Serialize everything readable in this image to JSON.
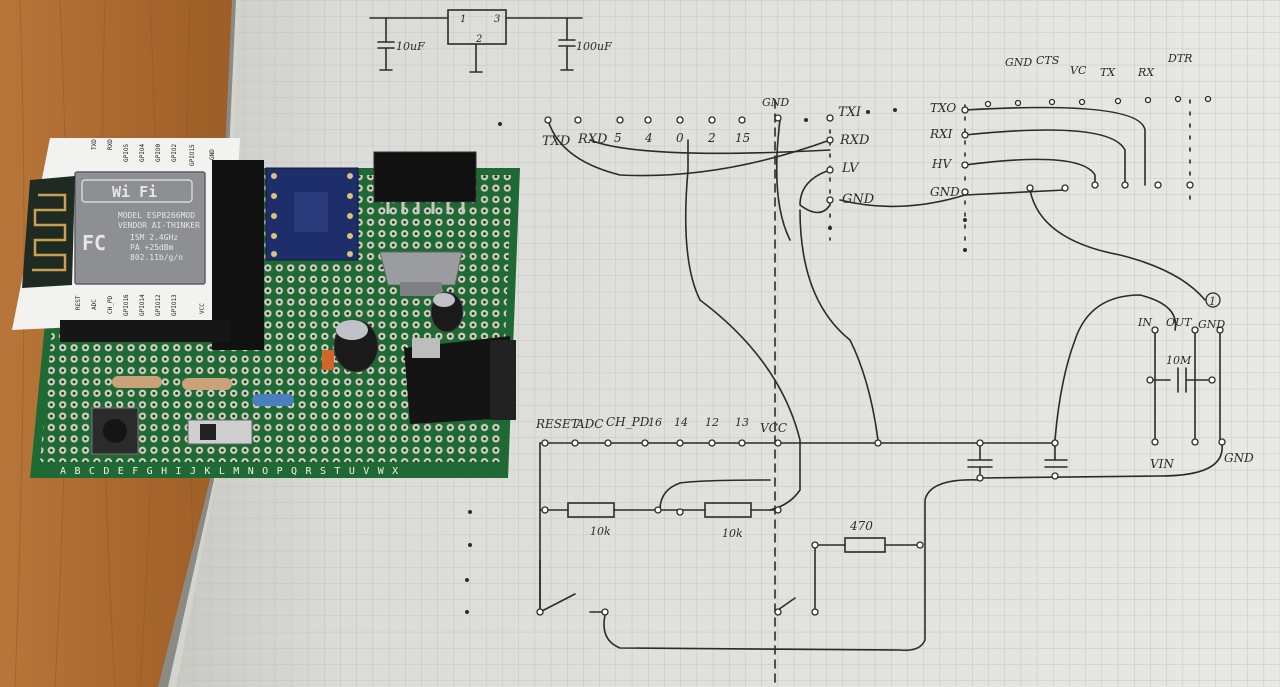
{
  "schematic": {
    "top_pins": [
      "TXD",
      "RXD",
      "5",
      "4",
      "0",
      "2",
      "15"
    ],
    "gnd_top": "GND",
    "left_block_pins": [
      "TXI",
      "RXD",
      "LV",
      "GND"
    ],
    "right_block_pins": [
      "TXO",
      "RXI",
      "HV",
      "GND"
    ],
    "ftdi_pins": [
      "GND",
      "CTS",
      "VC",
      "TX",
      "RX",
      "DTR"
    ],
    "regulator_pins": [
      "IN",
      "OUT",
      "GND"
    ],
    "regulator_marker": "1",
    "cap_label": "10M",
    "power_labels": [
      "VIN",
      "GND"
    ],
    "bottom_pins": [
      "RESET",
      "ADC",
      "CH_PD",
      "16",
      "14",
      "12",
      "13",
      "VCC"
    ],
    "resistor_labels": [
      "10k",
      "10k",
      "470"
    ],
    "top_caps": [
      "10uF",
      "100uF"
    ],
    "top_reg_pins": [
      "1",
      "2",
      "3"
    ]
  },
  "esp_module": {
    "logo_text": "Wi Fi",
    "lines": [
      "MODEL  ESP8266MOD",
      "VENDOR AI-THINKER",
      "ISM 2.4GHz",
      "PA +25dBm",
      "802.11b/g/n"
    ],
    "fc_mark": "FC",
    "pin_labels_top": [
      "TXD",
      "RXD",
      "GPIO5",
      "GPIO4",
      "GPIO0",
      "GPIO2",
      "GPIO15",
      "GND"
    ],
    "pin_labels_bottom": [
      "REST",
      "ADC",
      "CH_PD",
      "GPIO16",
      "GPIO14",
      "GPIO12",
      "GPIO13",
      "VCC"
    ]
  },
  "pcb": {
    "column_letters": "A B C D E F G H I J K L M N O P Q R S T U V W X"
  }
}
